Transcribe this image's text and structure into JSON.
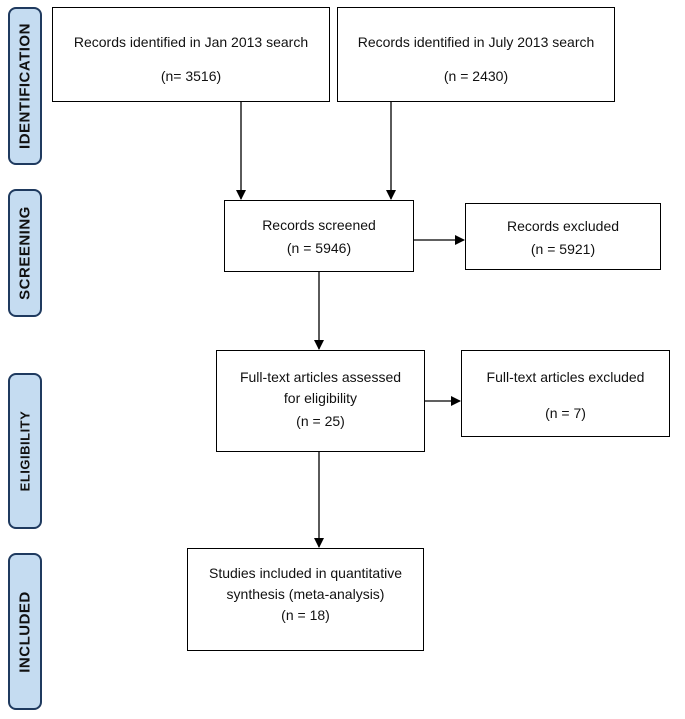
{
  "stages": {
    "identification": "IDENTIFICATION",
    "screening": "SCREENING",
    "eligibility": "ELIGIBILITY",
    "included": "INCLUDED"
  },
  "boxes": {
    "jan_search": {
      "title": "Records identified in Jan 2013 search",
      "count": "(n= 3516)"
    },
    "july_search": {
      "title": "Records identified in July 2013 search",
      "count": "(n = 2430)"
    },
    "screened": {
      "title": "Records screened",
      "count": "(n = 5946)"
    },
    "excluded": {
      "title": "Records excluded",
      "count": "(n = 5921)"
    },
    "fulltext_assessed": {
      "title_line1": "Full-text articles assessed",
      "title_line2": "for eligibility",
      "count": "(n = 25)"
    },
    "fulltext_excluded": {
      "title": "Full-text articles excluded",
      "count": "(n = 7)"
    },
    "included_studies": {
      "title_line1": "Studies included in quantitative",
      "title_line2": "synthesis (meta-analysis)",
      "count": "(n = 18)"
    }
  }
}
